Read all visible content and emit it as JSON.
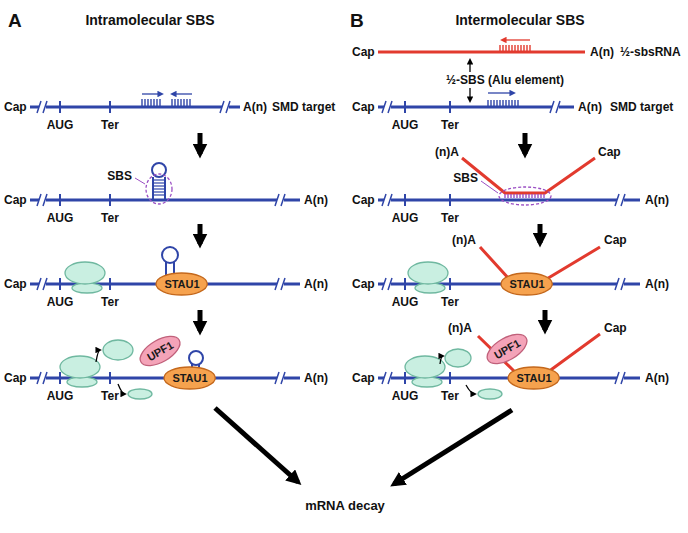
{
  "diagram": {
    "nodes": [
      {
        "text": [
          "STAU1"
        ]
      },
      {
        "text": [
          "UPF1"
        ]
      },
      {
        "text": [
          "STAU1"
        ]
      },
      {
        "text": [
          "STAU1"
        ]
      },
      {
        "text": [
          "UPF1"
        ]
      },
      {
        "text": [
          "STAU1"
        ]
      }
    ],
    "labels": [
      "A",
      "Intramolecular SBS",
      "B",
      "Intermolecular SBS",
      "Cap",
      "AUG",
      "Ter",
      "A(n)",
      "SMD target",
      "Cap",
      "AUG",
      "Ter",
      "A(n)",
      "SBS",
      "Cap",
      "AUG",
      "Ter",
      "A(n)",
      "Cap",
      "AUG",
      "Ter",
      "A(n)",
      "mRNA decay",
      "Cap",
      "A(n)",
      "½-sbsRNA",
      "½-SBS (Alu element)",
      "Cap",
      "AUG",
      "Ter",
      "A(n)",
      "SMD target",
      "Cap",
      "AUG",
      "Ter",
      "A(n)",
      "(n)A",
      "Cap",
      "SBS",
      "Cap",
      "AUG",
      "Ter",
      "A(n)",
      "(n)A",
      "Cap",
      "Cap",
      "AUG",
      "Ter",
      "A(n)",
      "(n)A",
      "Cap"
    ]
  }
}
